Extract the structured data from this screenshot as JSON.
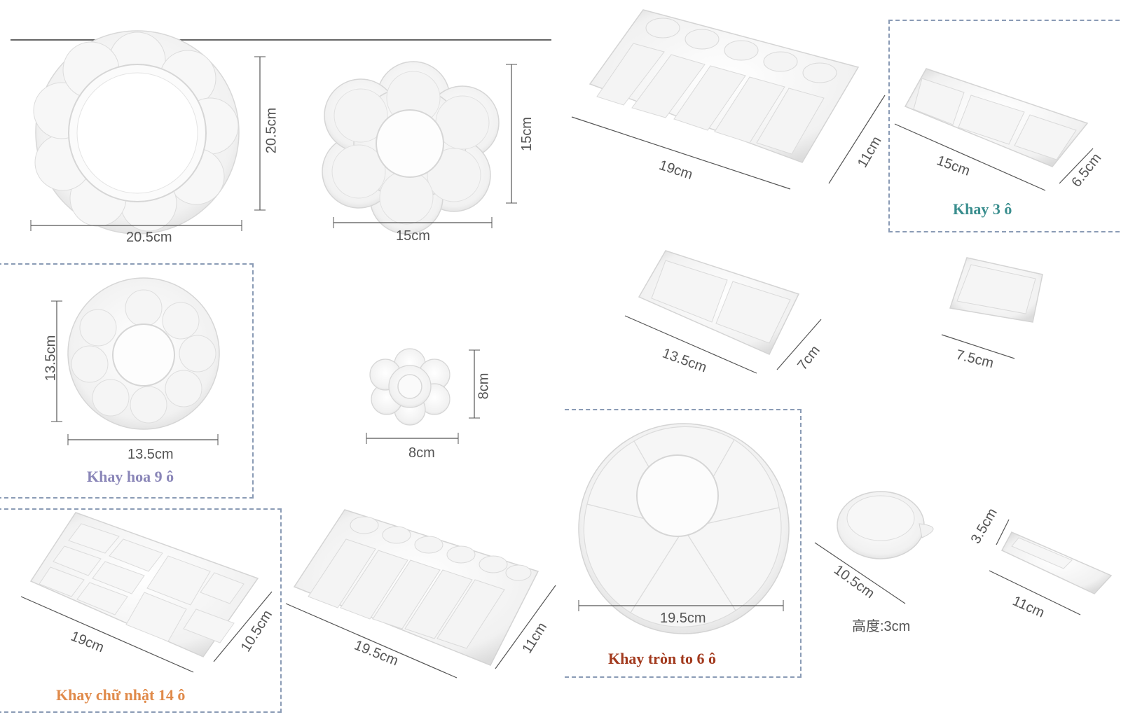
{
  "colors": {
    "caption_flower9": "#8a86b8",
    "caption_rect14": "#e08a4a",
    "caption_round6": "#a23a1e",
    "caption_tray3": "#3a8e8e",
    "dashed_frame": "#8a9bb5"
  },
  "products": {
    "flower_large": {
      "width": "20.5cm",
      "height": "20.5cm"
    },
    "flower_medium": {
      "width": "15cm",
      "height": "15cm"
    },
    "flower9": {
      "width": "13.5cm",
      "height": "13.5cm",
      "caption": "Khay hoa 9 ô"
    },
    "flower_small": {
      "width": "8cm",
      "height": "8cm"
    },
    "rect14": {
      "length": "19cm",
      "width": "10.5cm",
      "caption": "Khay chữ nhật 14 ô"
    },
    "rect_wells": {
      "length": "19.5cm",
      "width": "11cm"
    },
    "rect10": {
      "length": "19cm",
      "width": "11cm"
    },
    "tray3": {
      "length": "15cm",
      "width": "6.5cm",
      "caption": "Khay 3 ô"
    },
    "tray2": {
      "length": "13.5cm",
      "width": "7cm"
    },
    "square_cup": {
      "width": "7.5cm"
    },
    "round6": {
      "diameter": "19.5cm",
      "caption": "Khay tròn to 6 ô"
    },
    "bowl": {
      "diameter": "10.5cm",
      "height_note": "高度:3cm"
    },
    "rest": {
      "length": "11cm",
      "width": "3.5cm"
    }
  }
}
